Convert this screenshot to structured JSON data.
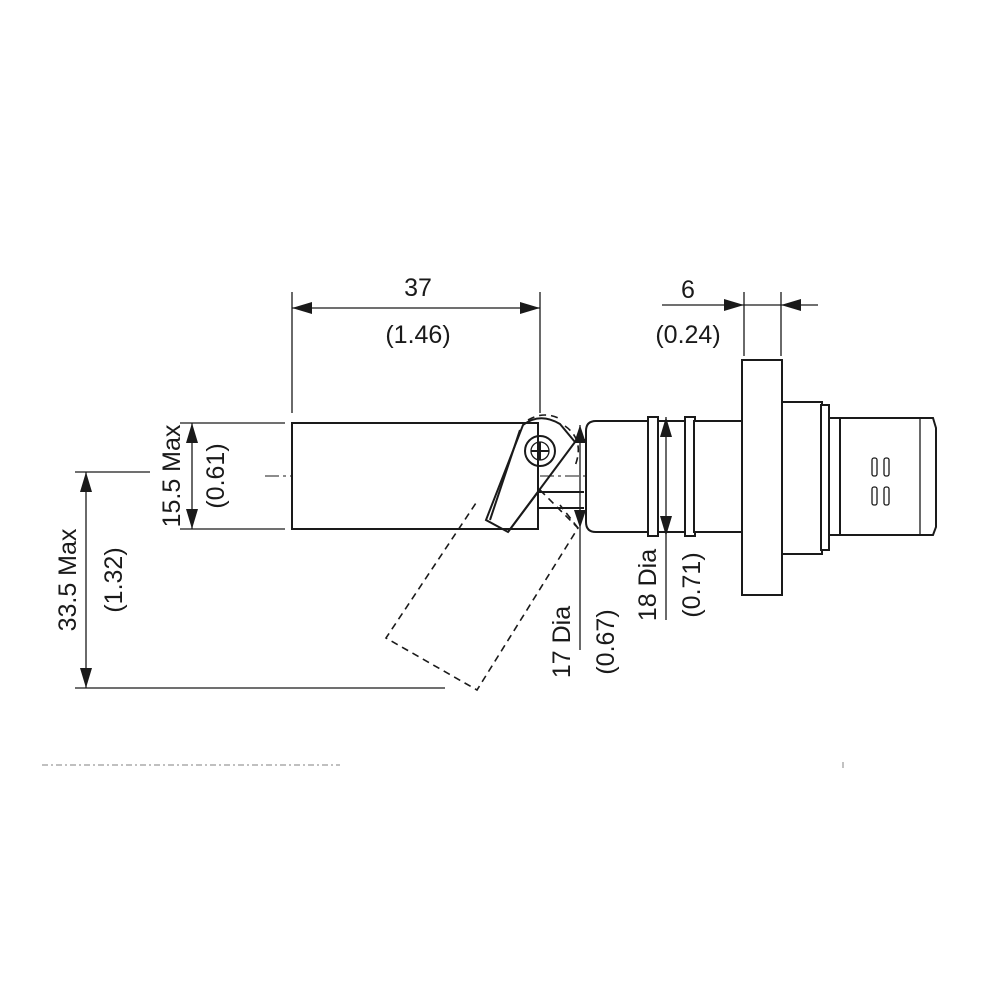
{
  "dimensions": {
    "length": {
      "value": "37",
      "inch": "(1.46)"
    },
    "flange_width": {
      "value": "6",
      "inch": "(0.24)"
    },
    "body_height": {
      "value": "15.5 Max",
      "inch": "(0.61)"
    },
    "arm_height": {
      "value": "33.5 Max",
      "inch": "(1.32)"
    },
    "dia_17": {
      "value": "17 Dia",
      "inch": "(0.67)"
    },
    "dia_18": {
      "value": "18 Dia",
      "inch": "(0.71)"
    }
  }
}
